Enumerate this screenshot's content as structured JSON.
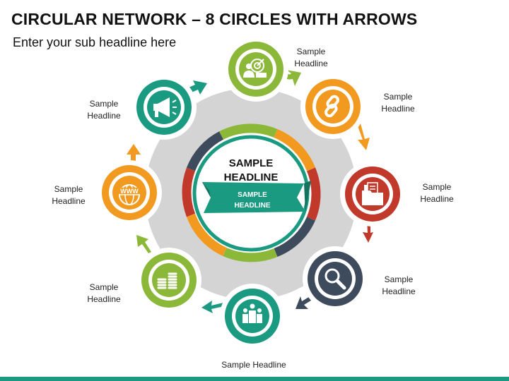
{
  "header": {
    "title": "CIRCULAR NETWORK – 8 CIRCLES WITH ARROWS",
    "subtitle": "Enter your sub headline here"
  },
  "center": {
    "headline_line1": "SAMPLE",
    "headline_line2": "HEADLINE",
    "ribbon_line1": "SAMPLE",
    "ribbon_line2": "HEADLINE"
  },
  "nodes": [
    {
      "icon": "target-user-icon",
      "color": "#8cb83a",
      "label_line1": "Sample",
      "label_line2": "Headline"
    },
    {
      "icon": "link-icon",
      "color": "#f29a1f",
      "label_line1": "Sample",
      "label_line2": "Headline"
    },
    {
      "icon": "folder-documents-icon",
      "color": "#c0392b",
      "label_line1": "Sample",
      "label_line2": "Headline"
    },
    {
      "icon": "magnifier-icon",
      "color": "#3d4b5c",
      "label_line1": "Sample",
      "label_line2": "Headline"
    },
    {
      "icon": "people-group-icon",
      "color": "#1a9a80",
      "label_line1": "Sample Headline",
      "label_line2": ""
    },
    {
      "icon": "coin-stack-icon",
      "color": "#8cb83a",
      "label_line1": "Sample",
      "label_line2": "Headline"
    },
    {
      "icon": "www-globe-icon",
      "color": "#f29a1f",
      "label_line1": "Sample",
      "label_line2": "Headline"
    },
    {
      "icon": "megaphone-icon",
      "color": "#1a9a80",
      "label_line1": "Sample",
      "label_line2": "Headline"
    }
  ]
}
